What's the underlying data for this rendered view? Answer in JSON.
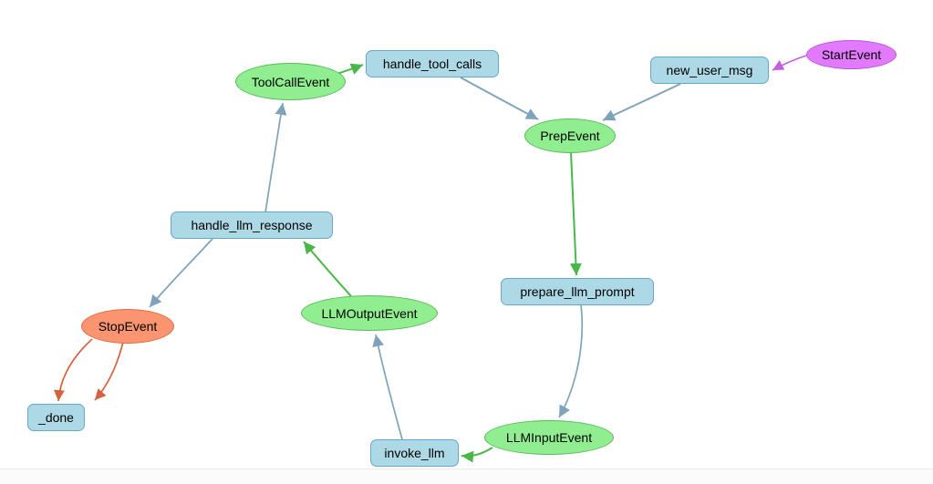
{
  "graph": {
    "description": "workflow-event-graph",
    "nodes": [
      {
        "label": "StartEvent",
        "type": "start",
        "shape": "ellipse"
      },
      {
        "label": "new_user_msg",
        "type": "step",
        "shape": "box"
      },
      {
        "label": "handle_tool_calls",
        "type": "step",
        "shape": "box"
      },
      {
        "label": "ToolCallEvent",
        "type": "event",
        "shape": "ellipse"
      },
      {
        "label": "PrepEvent",
        "type": "event",
        "shape": "ellipse"
      },
      {
        "label": "handle_llm_response",
        "type": "step",
        "shape": "box"
      },
      {
        "label": "prepare_llm_prompt",
        "type": "step",
        "shape": "box"
      },
      {
        "label": "StopEvent",
        "type": "stop",
        "shape": "ellipse"
      },
      {
        "label": "LLMOutputEvent",
        "type": "event",
        "shape": "ellipse"
      },
      {
        "label": "_done",
        "type": "step",
        "shape": "box"
      },
      {
        "label": "invoke_llm",
        "type": "step",
        "shape": "box"
      },
      {
        "label": "LLMInputEvent",
        "type": "event",
        "shape": "ellipse"
      }
    ],
    "edges": [
      {
        "from": "StartEvent",
        "to": "new_user_msg",
        "color": "purple"
      },
      {
        "from": "new_user_msg",
        "to": "PrepEvent",
        "color": "blue"
      },
      {
        "from": "handle_tool_calls",
        "to": "PrepEvent",
        "color": "blue"
      },
      {
        "from": "ToolCallEvent",
        "to": "handle_tool_calls",
        "color": "green"
      },
      {
        "from": "PrepEvent",
        "to": "prepare_llm_prompt",
        "color": "green"
      },
      {
        "from": "prepare_llm_prompt",
        "to": "LLMInputEvent",
        "color": "blue"
      },
      {
        "from": "LLMInputEvent",
        "to": "invoke_llm",
        "color": "green"
      },
      {
        "from": "invoke_llm",
        "to": "LLMOutputEvent",
        "color": "blue"
      },
      {
        "from": "LLMOutputEvent",
        "to": "handle_llm_response",
        "color": "green"
      },
      {
        "from": "handle_llm_response",
        "to": "ToolCallEvent",
        "color": "blue"
      },
      {
        "from": "handle_llm_response",
        "to": "StopEvent",
        "color": "blue"
      },
      {
        "from": "StopEvent",
        "to": "_done",
        "color": "orange"
      },
      {
        "from": "StopEvent",
        "to": "_done",
        "color": "orange"
      }
    ],
    "colors": {
      "canvas": "#ffffff",
      "event_fill": "#90EE90",
      "event_border": "#58bb58",
      "step_fill": "#ADD8E6",
      "step_border": "#67a9c4",
      "start_fill": "#E27AFF",
      "start_border": "#bd54da",
      "stop_fill": "#FB9470",
      "stop_border": "#dd6e43",
      "edge_blue": "#7ea3ba",
      "edge_green": "#49b749",
      "edge_purple": "#c45fdd",
      "edge_orange": "#d5613e"
    }
  }
}
